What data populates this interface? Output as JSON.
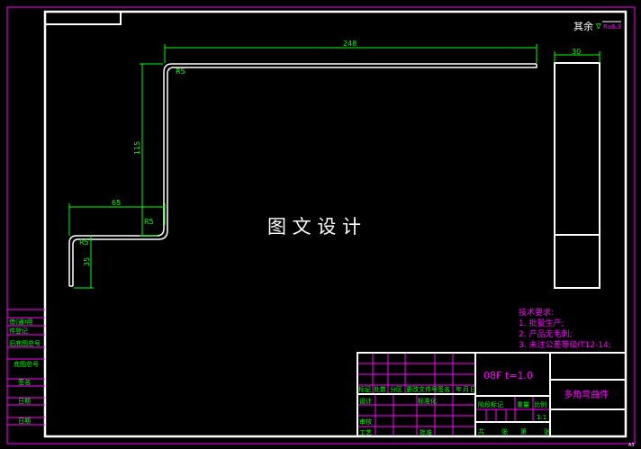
{
  "surface_finish": {
    "prefix": "其余",
    "symbol": "Ra6.3"
  },
  "center_watermark": "图 文 设 计",
  "dimensions": {
    "top_length": "248",
    "vertical_height": "115",
    "lower_length": "65",
    "lower_height": "35",
    "side_width": "30",
    "radius_1": "R5",
    "radius_2": "R5",
    "radius_3": "R5"
  },
  "tech_requirements": {
    "title": "技术要求:",
    "items": [
      "1. 批量生产;",
      "2. 产品无毛刺;",
      "3. 未注公差等级IT12-14;"
    ]
  },
  "title_block": {
    "material": "08F   t=1.0",
    "part_name": "多角弯曲件",
    "revision_headers": [
      "标记",
      "处数",
      "分区",
      "更改文件号",
      "签名",
      "年",
      "月",
      "日"
    ],
    "sign_labels": [
      "设计",
      "标准化",
      "审核",
      "工艺",
      "批准"
    ],
    "mid_labels": [
      "阶段标记",
      "重量",
      "比例"
    ],
    "scale": "1:1",
    "sheet_labels": [
      "共",
      "张",
      "第",
      "张"
    ]
  },
  "side_table": [
    "借(通)用",
    "件登记",
    "旧底图总号",
    "底图总号",
    "签名",
    "日期",
    "日期"
  ],
  "corner_mark": "A3",
  "colors": {
    "frame": "#ffffff",
    "dimension": "#00ff00",
    "annotation": "#ff00ff",
    "background": "#000000"
  }
}
